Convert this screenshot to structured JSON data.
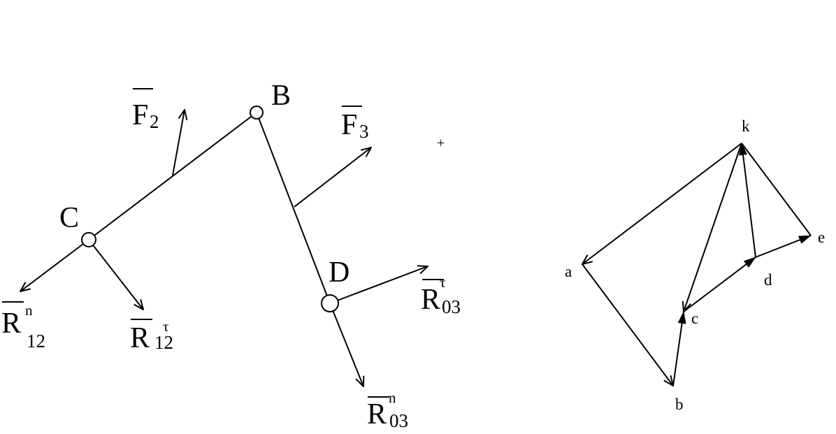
{
  "colors": {
    "stroke": "#000000",
    "background": "#ffffff"
  },
  "mechanism": {
    "joints": {
      "B": "B",
      "C": "C",
      "D": "D"
    },
    "forces": {
      "F2": {
        "base": "F",
        "sub": "2"
      },
      "F3": {
        "base": "F",
        "sub": "3"
      },
      "R12n": {
        "base": "R",
        "sub": "12",
        "sup": "n"
      },
      "R12t": {
        "base": "R",
        "sub": "12",
        "sup": "τ"
      },
      "R03t": {
        "base": "R",
        "sub": "03",
        "sup": "τ"
      },
      "R03n": {
        "base": "R",
        "sub": "03",
        "sup": "n"
      }
    }
  },
  "force_polygon": {
    "points": {
      "k": "k",
      "a": "a",
      "b": "b",
      "c": "c",
      "d": "d",
      "e": "e"
    }
  },
  "marks": {
    "plus": "+"
  }
}
